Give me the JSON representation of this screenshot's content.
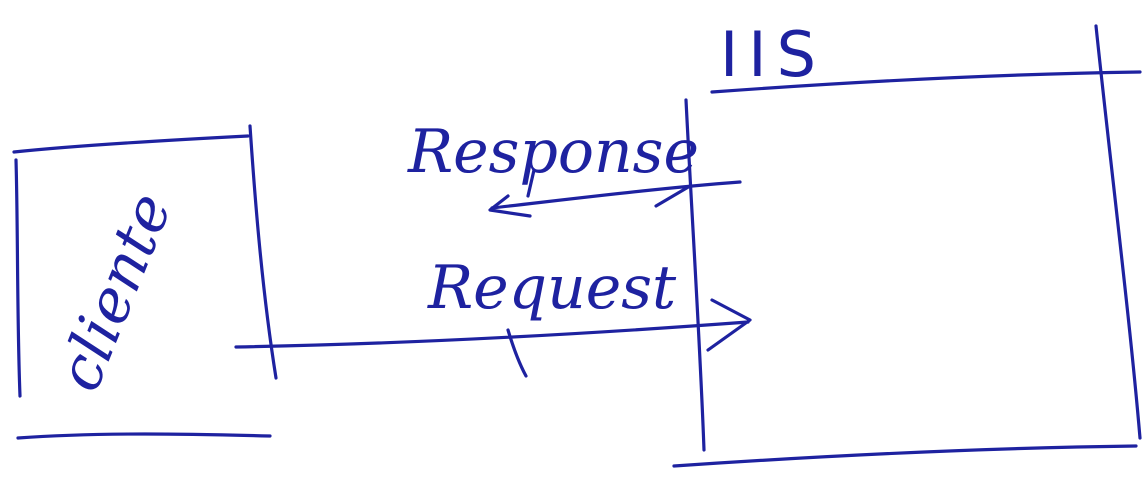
{
  "ink_color": "#1e22a0",
  "nodes": {
    "client": {
      "label": "cliente"
    },
    "server": {
      "label": "IIS"
    }
  },
  "edges": {
    "response": {
      "label": "Response",
      "direction": "server-to-client"
    },
    "request": {
      "label": "Request",
      "direction": "client-to-server"
    }
  }
}
